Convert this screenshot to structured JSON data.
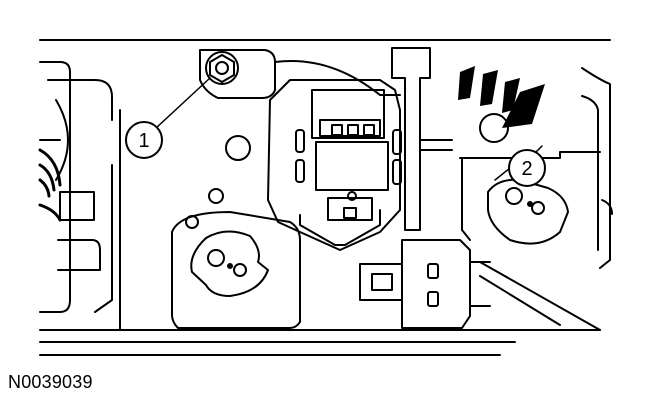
{
  "callouts": [
    {
      "number": "1"
    },
    {
      "number": "2"
    }
  ],
  "figure_id": "N0039039"
}
